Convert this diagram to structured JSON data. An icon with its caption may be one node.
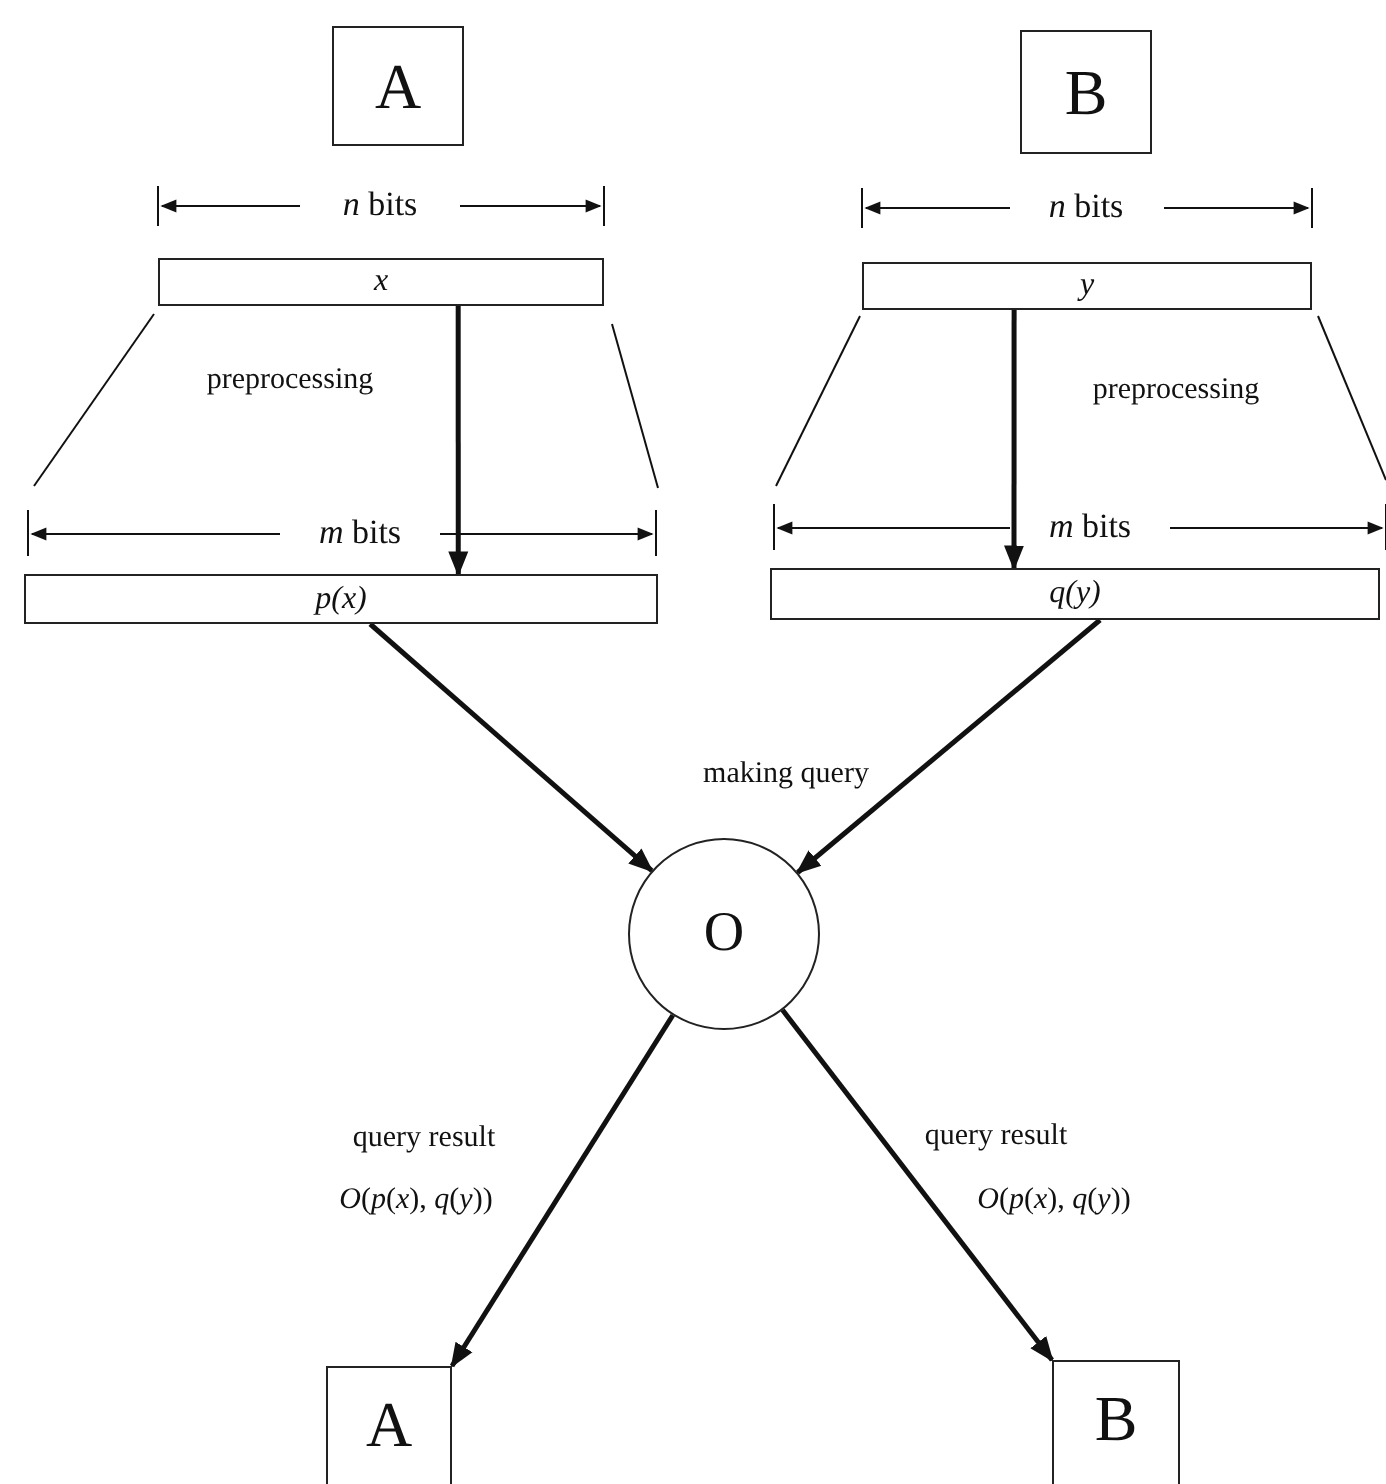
{
  "diagram": {
    "nodes": [
      {
        "text": [
          "A"
        ]
      },
      {
        "text": [
          "B"
        ]
      },
      {
        "text": [
          "x"
        ]
      },
      {
        "text": [
          "y"
        ]
      },
      {
        "text": [
          "p(x)"
        ]
      },
      {
        "text": [
          "q(y)"
        ]
      },
      {
        "text": [
          "O"
        ]
      },
      {
        "text": [
          "A"
        ]
      },
      {
        "text": [
          "B"
        ]
      }
    ],
    "edges": [
      {
        "from": 2,
        "to": 4,
        "arrow": "to"
      },
      {
        "from": 3,
        "to": 5,
        "arrow": "to"
      },
      {
        "from": 4,
        "to": 6,
        "arrow": "to"
      },
      {
        "from": 5,
        "to": 6,
        "arrow": "to"
      },
      {
        "from": 6,
        "to": 7,
        "arrow": "to"
      },
      {
        "from": 6,
        "to": 8,
        "arrow": "to"
      }
    ],
    "labels": [
      "*n* bits",
      "*n* bits",
      "preprocessing",
      "preprocessing",
      "*m* bits",
      "*m* bits",
      "making query",
      "query result",
      "query result",
      "*O*(*p*(*x*), *q*(*y*))",
      "*O*(*p*(*x*), *q*(*y*))"
    ]
  }
}
